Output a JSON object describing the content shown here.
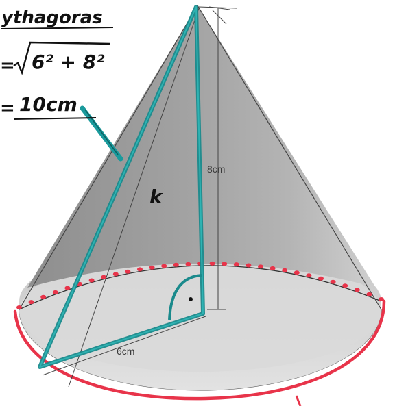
{
  "notes": {
    "line1": "ythagoras",
    "line2_prefix": "=",
    "line2_root": "6² + 8²",
    "line3_prefix": "=",
    "line3_result": "10cm"
  },
  "figure": {
    "label_height": "8cm",
    "label_radius": "6cm",
    "label_slant": "k"
  },
  "colors": {
    "cone_fill": "#9c9c9c",
    "base_fill": "#d6d6d6",
    "triangle": "#1a8a8c",
    "base_red": "#e8344a",
    "pen": "#111111"
  }
}
